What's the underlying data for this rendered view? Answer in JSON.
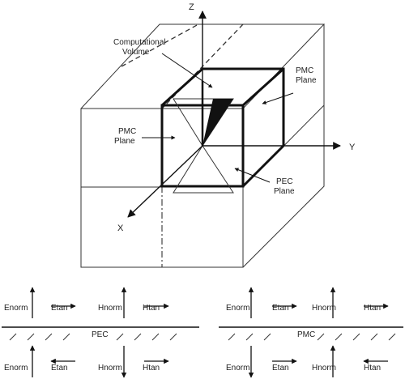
{
  "figure": {
    "axes": {
      "x": "X",
      "y": "Y",
      "z": "Z"
    },
    "callouts": {
      "computational_volume": [
        "Computational",
        "Volume"
      ],
      "pmc_plane_left": [
        "PMC",
        "Plane"
      ],
      "pmc_plane_right": [
        "PMC",
        "Plane"
      ],
      "pec_plane": [
        "PEC",
        "Plane"
      ]
    }
  },
  "boundaries": {
    "pec": {
      "name": "PEC",
      "top_row": [
        {
          "label": "Enorm",
          "arrow": "up"
        },
        {
          "label": "Etan",
          "arrow": "right"
        },
        {
          "label": "Hnorm",
          "arrow": "up"
        },
        {
          "label": "Htan",
          "arrow": "right"
        }
      ],
      "bottom_row": [
        {
          "label": "Enorm",
          "arrow": "up"
        },
        {
          "label": "Etan",
          "arrow": "left"
        },
        {
          "label": "Hnorm",
          "arrow": "down"
        },
        {
          "label": "Htan",
          "arrow": "right"
        }
      ]
    },
    "pmc": {
      "name": "PMC",
      "top_row": [
        {
          "label": "Enorm",
          "arrow": "up"
        },
        {
          "label": "Etan",
          "arrow": "right"
        },
        {
          "label": "Hnorm",
          "arrow": "up"
        },
        {
          "label": "Htan",
          "arrow": "right"
        }
      ],
      "bottom_row": [
        {
          "label": "Enorm",
          "arrow": "down"
        },
        {
          "label": "Etan",
          "arrow": "right"
        },
        {
          "label": "Hnorm",
          "arrow": "up"
        },
        {
          "label": "Htan",
          "arrow": "left"
        }
      ]
    }
  }
}
